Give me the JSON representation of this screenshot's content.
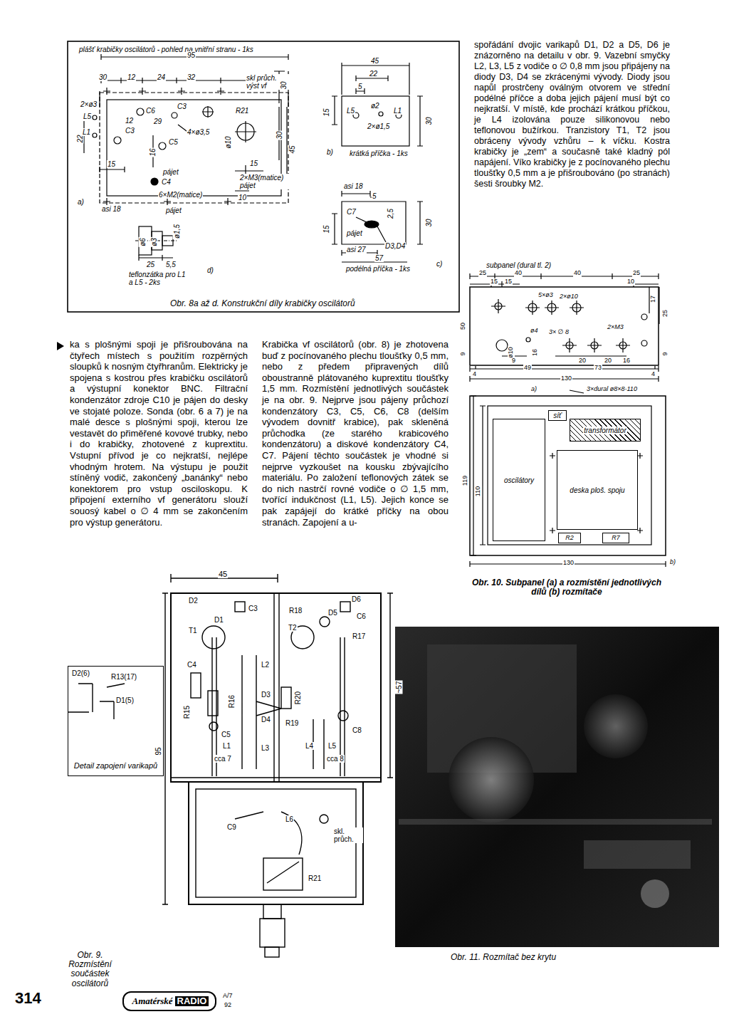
{
  "diagram": {
    "nodes": [
      {
        "text": [
          "síť"
        ]
      },
      {
        "text": [
          "transformátor"
        ]
      },
      {
        "text": [
          "oscilátory"
        ]
      },
      {
        "text": [
          "deska ploš. spoju"
        ]
      },
      {
        "text": [
          "R2"
        ]
      },
      {
        "text": [
          "R7"
        ]
      },
      {
        "text": [
          "Detail zapojení varikapů"
        ]
      },
      {
        "text": [
          "Amatérské",
          "RADIO"
        ]
      }
    ],
    "labels": [
      "plášť krabičky oscilátorů - pohled na vnitřní stranu - 1ks",
      "95",
      "30",
      "12",
      "24",
      "32",
      "skl průch. výst vf",
      "30",
      "2×ø3",
      "C6",
      "C3",
      "L5",
      "12",
      "29",
      "R21",
      "22",
      "L1",
      "C3",
      "C5",
      "4×ø3,5",
      "ø10",
      "30",
      "45",
      "16",
      "15",
      "pájet",
      "C4",
      "15",
      "2×M3(matice) pájet",
      "a)",
      "asi 18",
      "6×M2(matice)",
      "10",
      "pájet",
      "ø6",
      "ø3",
      "ø1,5",
      "25",
      "5,5",
      "teflonzátka pro L1 a L5 - 2ks",
      "d)",
      "45",
      "22",
      "5",
      "L5",
      "ø2",
      "L1",
      "2×ø1,5",
      "30",
      "15",
      "b)",
      "krátká příčka - 1ks",
      "asi 18",
      "5",
      "C7",
      "pájet",
      "2,5",
      "15",
      "30",
      "asi 27",
      "D3,D4",
      "57",
      "podélná příčka - 1ks",
      "c)",
      "Obr. 8a až d. Konstrukční díly krabičky oscilátorů",
      "spořádání dvojic varikapů D1, D2 a D5, D6 je znázorněno na detailu v obr. 9. Vazební smyčky L2, L3, L5 z vodiče o ∅ 0,8 mm jsou připájeny na diody D3, D4 se zkrácenými vývody. Diody jsou napůl prostrčeny oválným otvorem ve střední podélné příčce a doba jejich pájení musí být co nejkratší. V místě, kde prochází krátkou příčkou, je L4 izolována pouze silikonovou nebo teflonovou bužírkou. Tranzistory T1, T2 jsou obráceny vývody vzhůru – k víčku. Kostra krabičky je „zem“ a současně také kladný pól napájení. Víko krabičky je z pocínovaného plechu tloušťky 0,5 mm a je přišroubováno (po stranách) šesti šroubky M2.",
      "subpanel (dural tl. 2)",
      "25",
      "40",
      "40",
      "25",
      "15",
      "15",
      "10",
      "5×ø3",
      "2×ø10",
      "17",
      "25",
      "50",
      "ø4",
      "3× ∅ 8",
      "2×M3",
      "9",
      "ø10",
      "16",
      "9",
      "20",
      "20",
      "16",
      "9",
      "4",
      "49",
      "73",
      "4",
      "130",
      "a)",
      "3×dural ø8×8-110",
      "119",
      "110",
      "130",
      "b)",
      "Obr. 10. Subpanel (a) a rozmístění jednotlivých dílů (b) rozmítače",
      "ka s plošnými spoji je přišroubována na čtyřech místech s použitím rozpěrných sloupků k nosným čtyřhranům. Elektricky je spojena s kostrou přes krabičku oscilátorů a výstupní konektor BNC. Filtrační kondenzátor zdroje C10 je pájen do desky ve stojaté poloze. Sonda (obr. 6 a 7) je na malé desce s plošnými spoji, kterou lze vestavět do přiměřené kovové trubky, nebo i do krabičky, zhotovené z kuprextitu. Vstupní přívod je co nejkratší, nejlépe vhodným hrotem. Na výstupu je použit stíněný vodič, zakončený „banánky“ nebo konektorem pro vstup osciloskopu. K připojení externího vf generátoru slouží souosý kabel o ∅ 4 mm se zakončením pro výstup generátoru.",
      "Krabička vf oscilátorů (obr. 8) je zhotovena buď z pocínovaného plechu tloušťky 0,5 mm, nebo z předem připravených dílů oboustranně plátovaného kuprextitu tloušťky 1,5 mm. Rozmístění jednotlivých součástek je na obr. 9. Nejprve jsou pájeny průchozí kondenzátory C3, C5, C6, C8 (delším vývodem dovnitř krabice), pak skleněná průchodka (ze starého krabicového kondenzátoru) a diskové kondenzátory C4, C7. Pájení těchto součástek je vhodné si nejprve vyzkoušet na kousku zbývajícího materiálu. Po založení teflonových zátek se do nich nastrčí rovné vodiče o ∅ 1,5 mm, tvořící indukčnost (L1, L5). Jejich konce se pak zapájejí do krátké příčky na obou stranách. Zapojení a u-",
      "45",
      "D2",
      "D1",
      "T1",
      "C3",
      "D6",
      "C6",
      "R18",
      "T2",
      "D5",
      "R17",
      "C4",
      "R16",
      "R15",
      "L2",
      "D3",
      "R20",
      "D4",
      "R19",
      "C8",
      "C5",
      "L4",
      "L5",
      "L1",
      "L3",
      "cca 7",
      "cca 8",
      "~57",
      "95",
      "C9",
      "L6",
      "skl. průch.",
      "R21",
      "D2(6)",
      "R13(17)",
      "D1(5)",
      "Obr. 9. Rozmístění součástek oscilátorů",
      "Obr. 11. Rozmítač bez krytu",
      "314",
      "A/7",
      "92"
    ]
  }
}
